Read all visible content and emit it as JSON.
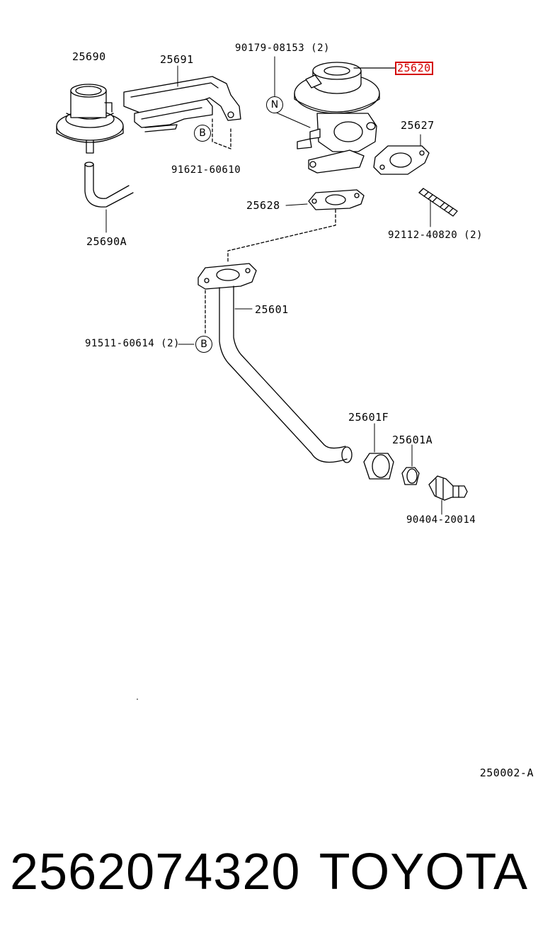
{
  "parts": {
    "p25690": "25690",
    "p25691": "25691",
    "p25690A": "25690A",
    "p91621": "91621-60610",
    "p90179": "90179-08153 (2)",
    "p25620": "25620",
    "p25627": "25627",
    "p25628": "25628",
    "p92112": "92112-40820 (2)",
    "p25601": "25601",
    "p91511": "91511-60614 (2)",
    "p25601F": "25601F",
    "p25601A": "25601A",
    "p90404": "90404-20014"
  },
  "callouts": {
    "n": "N",
    "b1": "B",
    "b2": "B"
  },
  "diagram_code": "250002-A",
  "highlight_color": "#d40000",
  "footer": {
    "part_number": "2562074320",
    "brand": "TOYOTA"
  }
}
